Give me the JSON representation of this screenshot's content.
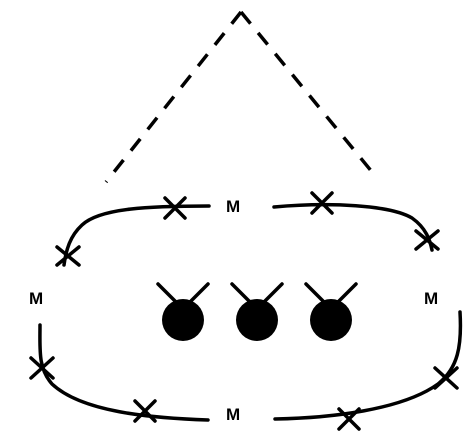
{
  "labels": {
    "top": "M",
    "left": "M",
    "right": "M",
    "bottom": "M"
  },
  "colors": {
    "ink": "#000000",
    "background": "#ffffff"
  },
  "elements": {
    "dashed_triangle": "dashed-lines",
    "connector_curves": 4,
    "cross_marks": 8,
    "filled_circles": 3
  }
}
